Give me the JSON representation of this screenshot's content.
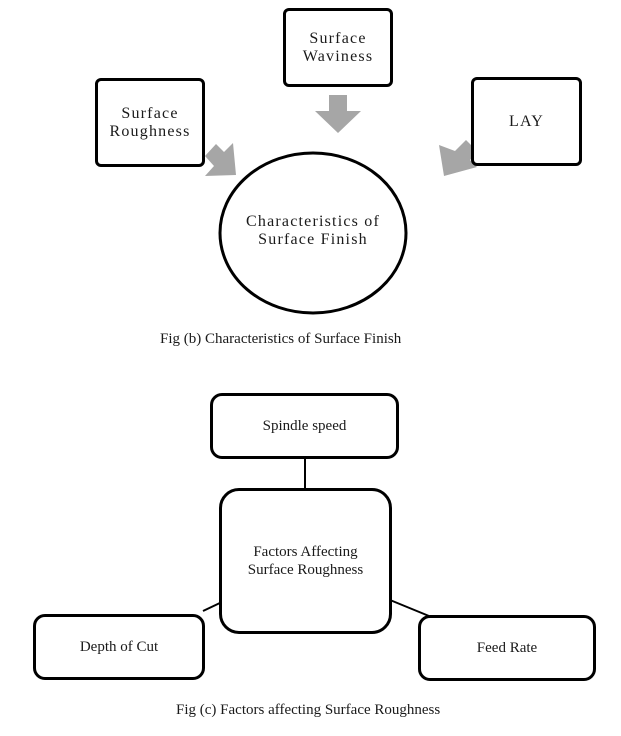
{
  "fig_b": {
    "center": "Characteristics of\nSurface Finish",
    "nodes": {
      "roughness": "Surface\nRoughness",
      "waviness": "Surface\nWaviness",
      "lay": "LAY"
    },
    "caption": "Fig (b) Characteristics of Surface Finish"
  },
  "fig_c": {
    "center": "Factors Affecting\nSurface Roughness",
    "nodes": {
      "spindle": "Spindle speed",
      "depth": "Depth of Cut",
      "feed": "Feed Rate"
    },
    "caption": "Fig (c) Factors affecting Surface Roughness"
  },
  "colors": {
    "arrow": "#a6a6a6",
    "border": "#000000"
  }
}
